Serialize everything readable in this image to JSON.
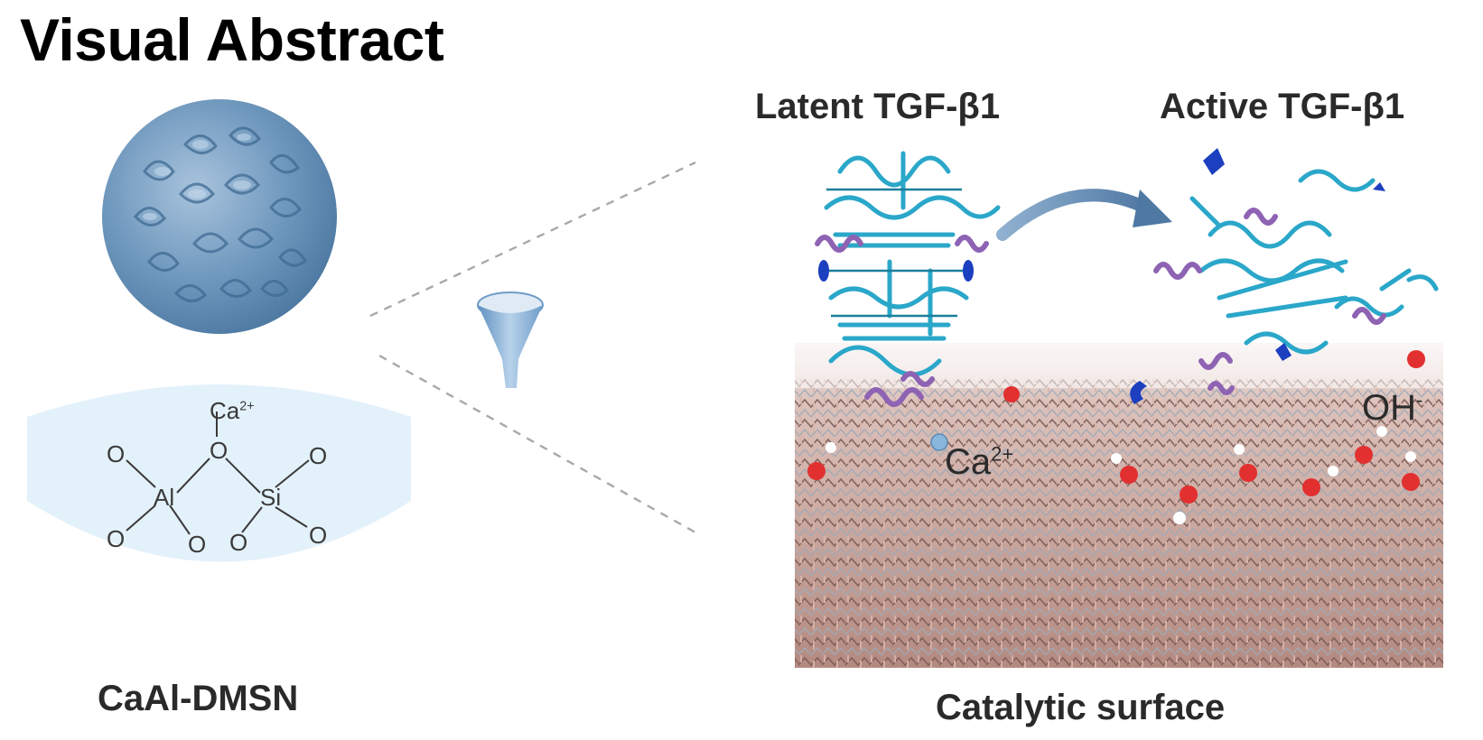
{
  "title": "Visual Abstract",
  "left_panel": {
    "particle_label": "CaAl-DMSN",
    "chem": {
      "ca_ion": "Ca",
      "ca_charge": "2+",
      "al": "Al",
      "si": "Si",
      "oxygen": "O"
    }
  },
  "right_panel": {
    "latent_label": "Latent TGF-β1",
    "active_label": "Active TGF-β1",
    "surface_label": "Catalytic surface",
    "ca_surface_ion": "Ca",
    "ca_surface_charge": "2+",
    "oh_ion": "OH",
    "oh_charge": "-"
  },
  "colors": {
    "particle": "#6f98bd",
    "band": "#e3f1fb",
    "protein_cyan": "#2aa7c9",
    "helix_purple": "#8e63b3",
    "surface": "#c9a59b",
    "oxygen_red": "#e23030",
    "arrow": "#6d92b6"
  }
}
